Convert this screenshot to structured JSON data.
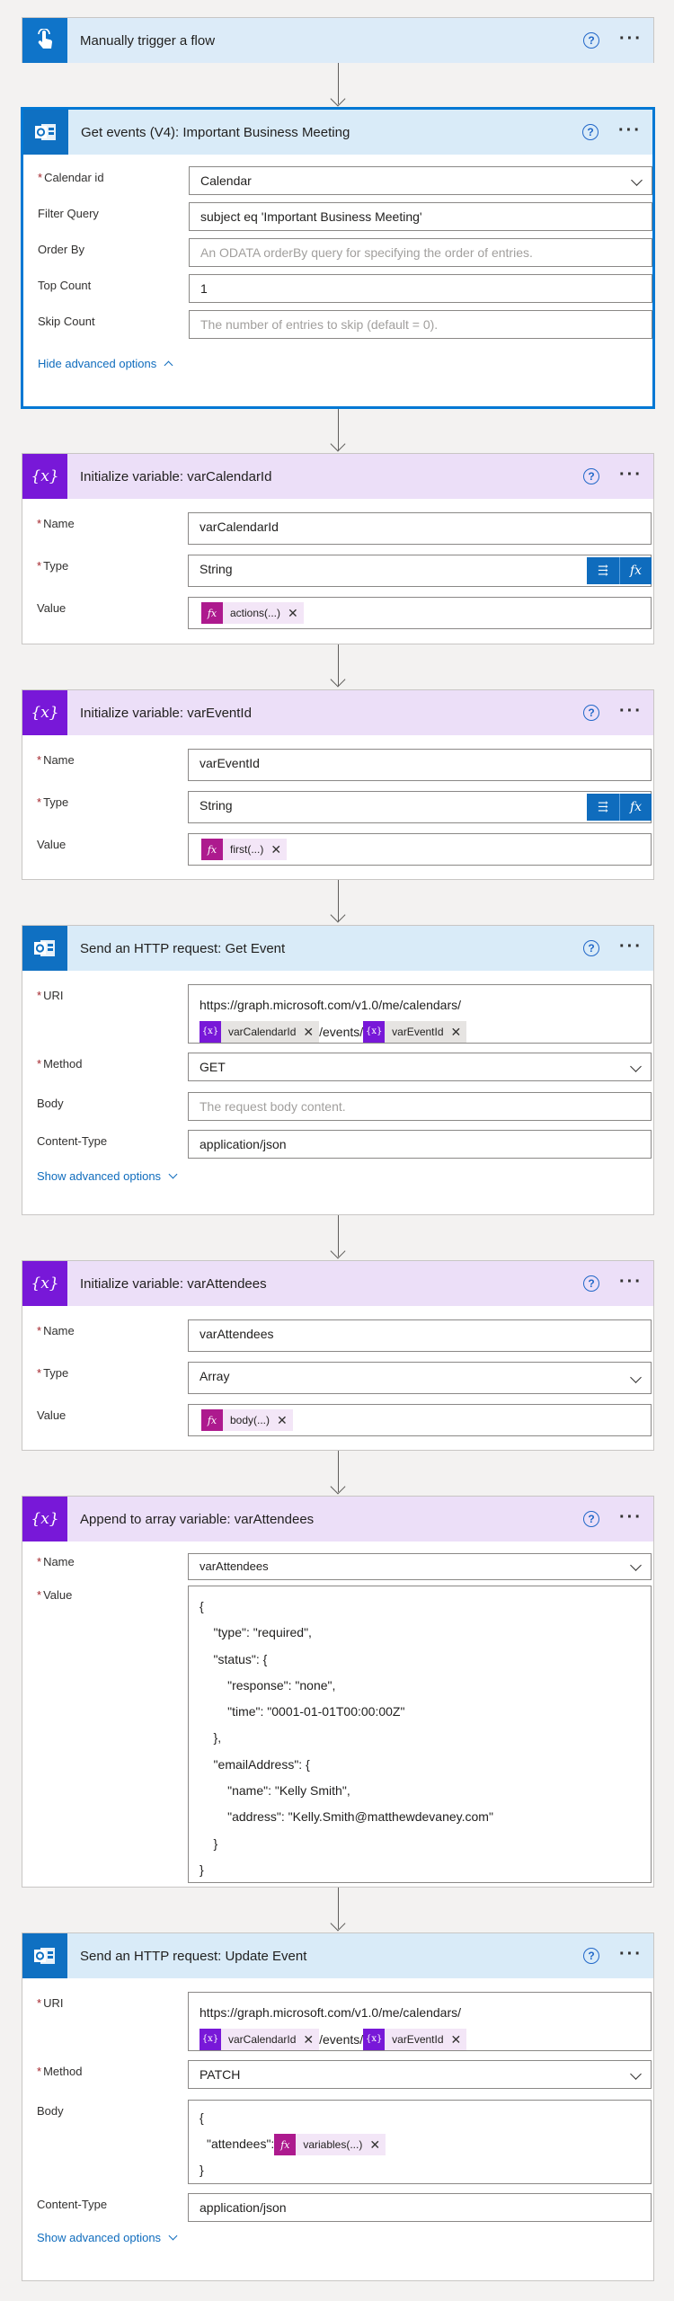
{
  "trigger": {
    "title": "Manually trigger a flow"
  },
  "get_events": {
    "title": "Get events (V4): Important Business Meeting",
    "fields": [
      {
        "label": "Calendar id",
        "required": true,
        "value": "Calendar",
        "placeholder": ""
      },
      {
        "label": "Filter Query",
        "required": false,
        "value": "subject eq 'Important Business Meeting'",
        "placeholder": ""
      },
      {
        "label": "Order By",
        "required": false,
        "value": "",
        "placeholder": "An ODATA orderBy query for specifying the order of entries."
      },
      {
        "label": "Top Count",
        "required": false,
        "value": "1",
        "placeholder": ""
      },
      {
        "label": "Skip Count",
        "required": false,
        "value": "",
        "placeholder": "The number of entries to skip (default = 0)."
      }
    ],
    "toggle": "Hide advanced options"
  },
  "init_calendar": {
    "title": "Initialize variable: varCalendarId",
    "name_label": "Name",
    "name_value": "varCalendarId",
    "type_label": "Type",
    "type_value": "String",
    "value_label": "Value",
    "value_token": "actions(...)"
  },
  "init_event": {
    "title": "Initialize variable: varEventId",
    "name_label": "Name",
    "name_value": "varEventId",
    "type_label": "Type",
    "type_value": "String",
    "value_label": "Value",
    "value_token": "first(...)"
  },
  "http_get": {
    "title": "Send an HTTP request: Get Event",
    "uri_label": "URI",
    "uri_text": "https://graph.microsoft.com/v1.0/me/calendars/",
    "uri_token1": "varCalendarId",
    "uri_mid": "/events/",
    "uri_token2": "varEventId",
    "method_label": "Method",
    "method_value": "GET",
    "body_label": "Body",
    "body_placeholder": "The request body content.",
    "ct_label": "Content-Type",
    "ct_value": "application/json",
    "toggle": "Show advanced options"
  },
  "init_attendees": {
    "title": "Initialize variable: varAttendees",
    "name_label": "Name",
    "name_value": "varAttendees",
    "type_label": "Type",
    "type_value": "Array",
    "value_label": "Value",
    "value_token": "body(...)"
  },
  "append": {
    "title": "Append to array variable: varAttendees",
    "name_label": "Name",
    "name_value": "varAttendees",
    "value_label": "Value",
    "json_lines": [
      "{",
      "    \"type\": \"required\",",
      "    \"status\": {",
      "        \"response\": \"none\",",
      "        \"time\": \"0001-01-01T00:00:00Z\"",
      "    },",
      "    \"emailAddress\": {",
      "        \"name\": \"Kelly Smith\",",
      "        \"address\": \"Kelly.Smith@matthewdevaney.com\"",
      "    }",
      "}"
    ]
  },
  "http_update": {
    "title": "Send an HTTP request: Update Event",
    "uri_label": "URI",
    "uri_text": "https://graph.microsoft.com/v1.0/me/calendars/",
    "uri_token1": "varCalendarId",
    "uri_mid": "/events/",
    "uri_token2": "varEventId",
    "method_label": "Method",
    "method_value": "PATCH",
    "body_label": "Body",
    "body_open": "{",
    "body_key": "\"attendees\":",
    "body_token": "variables(...)",
    "body_close": "}",
    "ct_label": "Content-Type",
    "ct_value": "application/json",
    "toggle": "Show advanced options"
  },
  "colors": {
    "accent": "#0078d4",
    "variable": "#7818d8",
    "expression": "#ad1a8e",
    "outlook": "#0f70c2"
  }
}
